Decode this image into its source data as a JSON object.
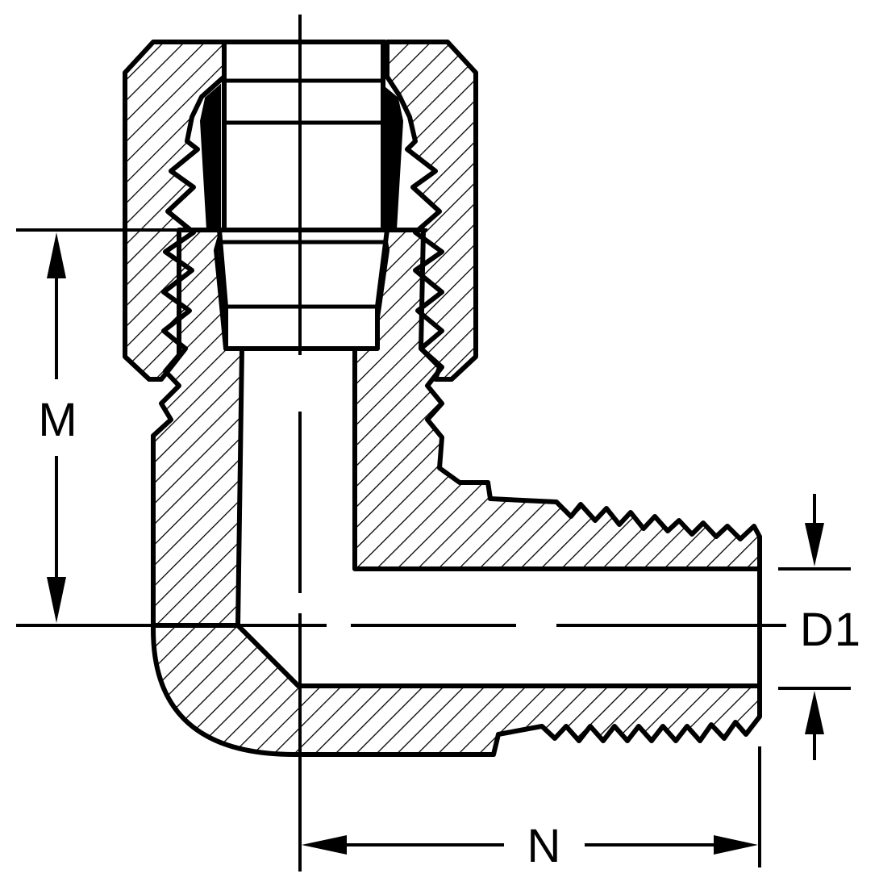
{
  "dimensions": {
    "m_label": "M",
    "n_label": "N",
    "d1_label": "D1"
  },
  "colors": {
    "ink": "#000000",
    "paper": "#ffffff"
  }
}
